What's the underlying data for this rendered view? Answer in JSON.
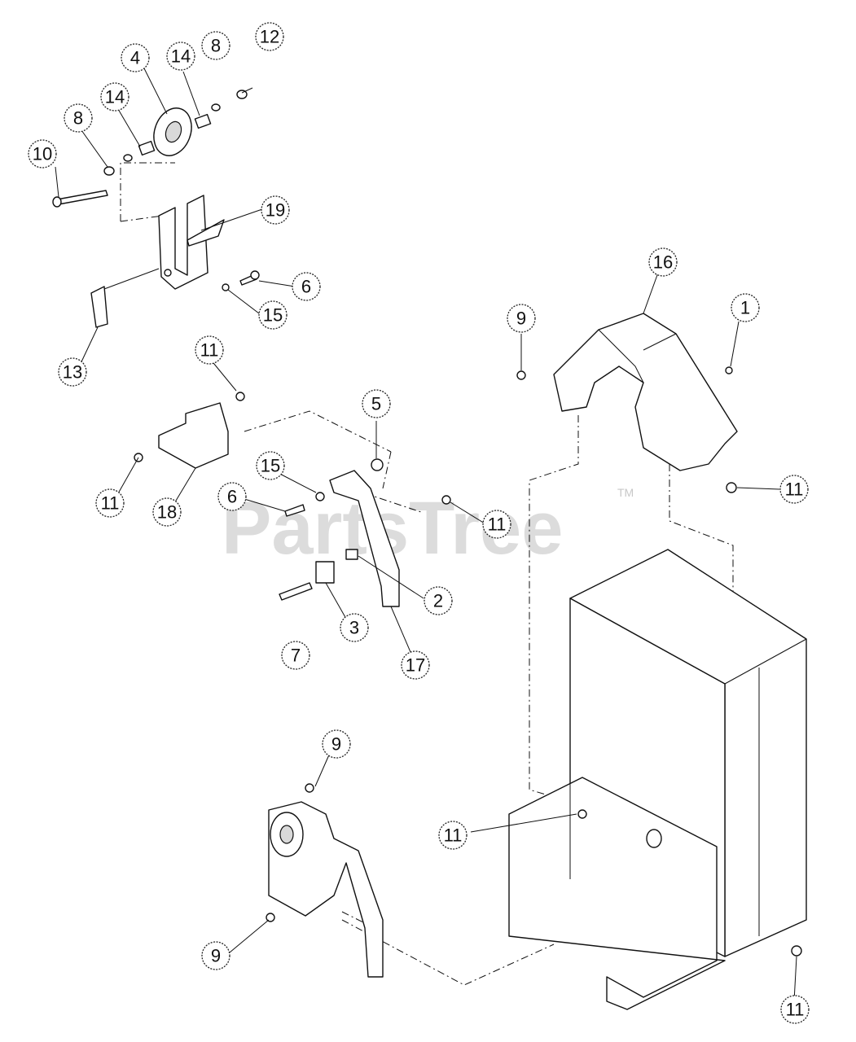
{
  "watermark": {
    "brand": "PartsTree",
    "trademark": "TM"
  },
  "callouts": [
    {
      "id": "c12a",
      "label": "12"
    },
    {
      "id": "c8a",
      "label": "8"
    },
    {
      "id": "c14a",
      "label": "14"
    },
    {
      "id": "c4",
      "label": "4"
    },
    {
      "id": "c14b",
      "label": "14"
    },
    {
      "id": "c8b",
      "label": "8"
    },
    {
      "id": "c10",
      "label": "10"
    },
    {
      "id": "c19",
      "label": "19"
    },
    {
      "id": "c6a",
      "label": "6"
    },
    {
      "id": "c15a",
      "label": "15"
    },
    {
      "id": "c13",
      "label": "13"
    },
    {
      "id": "c16",
      "label": "16"
    },
    {
      "id": "c9a",
      "label": "9"
    },
    {
      "id": "c1",
      "label": "1"
    },
    {
      "id": "c11a",
      "label": "11"
    },
    {
      "id": "c5",
      "label": "5"
    },
    {
      "id": "c11b",
      "label": "11"
    },
    {
      "id": "c18",
      "label": "18"
    },
    {
      "id": "c15b",
      "label": "15"
    },
    {
      "id": "c6b",
      "label": "6"
    },
    {
      "id": "c11c",
      "label": "11"
    },
    {
      "id": "c11d",
      "label": "11"
    },
    {
      "id": "c2",
      "label": "2"
    },
    {
      "id": "c3",
      "label": "3"
    },
    {
      "id": "c7",
      "label": "7"
    },
    {
      "id": "c17",
      "label": "17"
    },
    {
      "id": "c9b",
      "label": "9"
    },
    {
      "id": "c11e",
      "label": "11"
    },
    {
      "id": "c9c",
      "label": "9"
    },
    {
      "id": "c11f",
      "label": "11"
    }
  ]
}
